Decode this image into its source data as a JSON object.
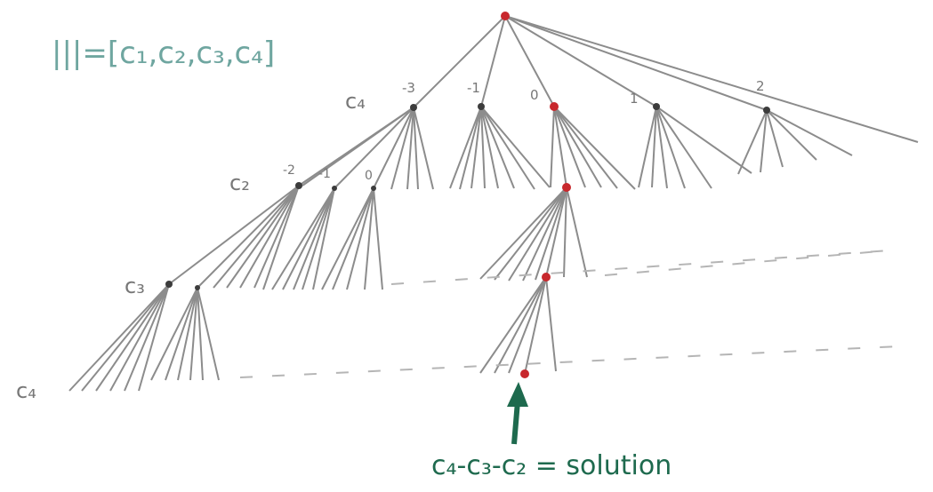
{
  "header_set": "|||=[c₁,c₂,c₃,c₄]",
  "row_labels": {
    "r1": "c₄",
    "r2": "c₂",
    "r3": "c₃",
    "r4": "c₄"
  },
  "level1_labels": [
    "-3",
    "-1",
    "0",
    "1",
    "2"
  ],
  "level2_labels": [
    "-2",
    "-1",
    "0"
  ],
  "caption": "c₄-c₃-c₂  = solution",
  "colors": {
    "line": "#8c8c8c",
    "node": "#3c3c3c",
    "solution_node": "#c8282d",
    "arrow": "#1e6a4e",
    "handwriting": "#6fa6a0"
  },
  "icons": {
    "arrow": "up-arrow-icon"
  }
}
